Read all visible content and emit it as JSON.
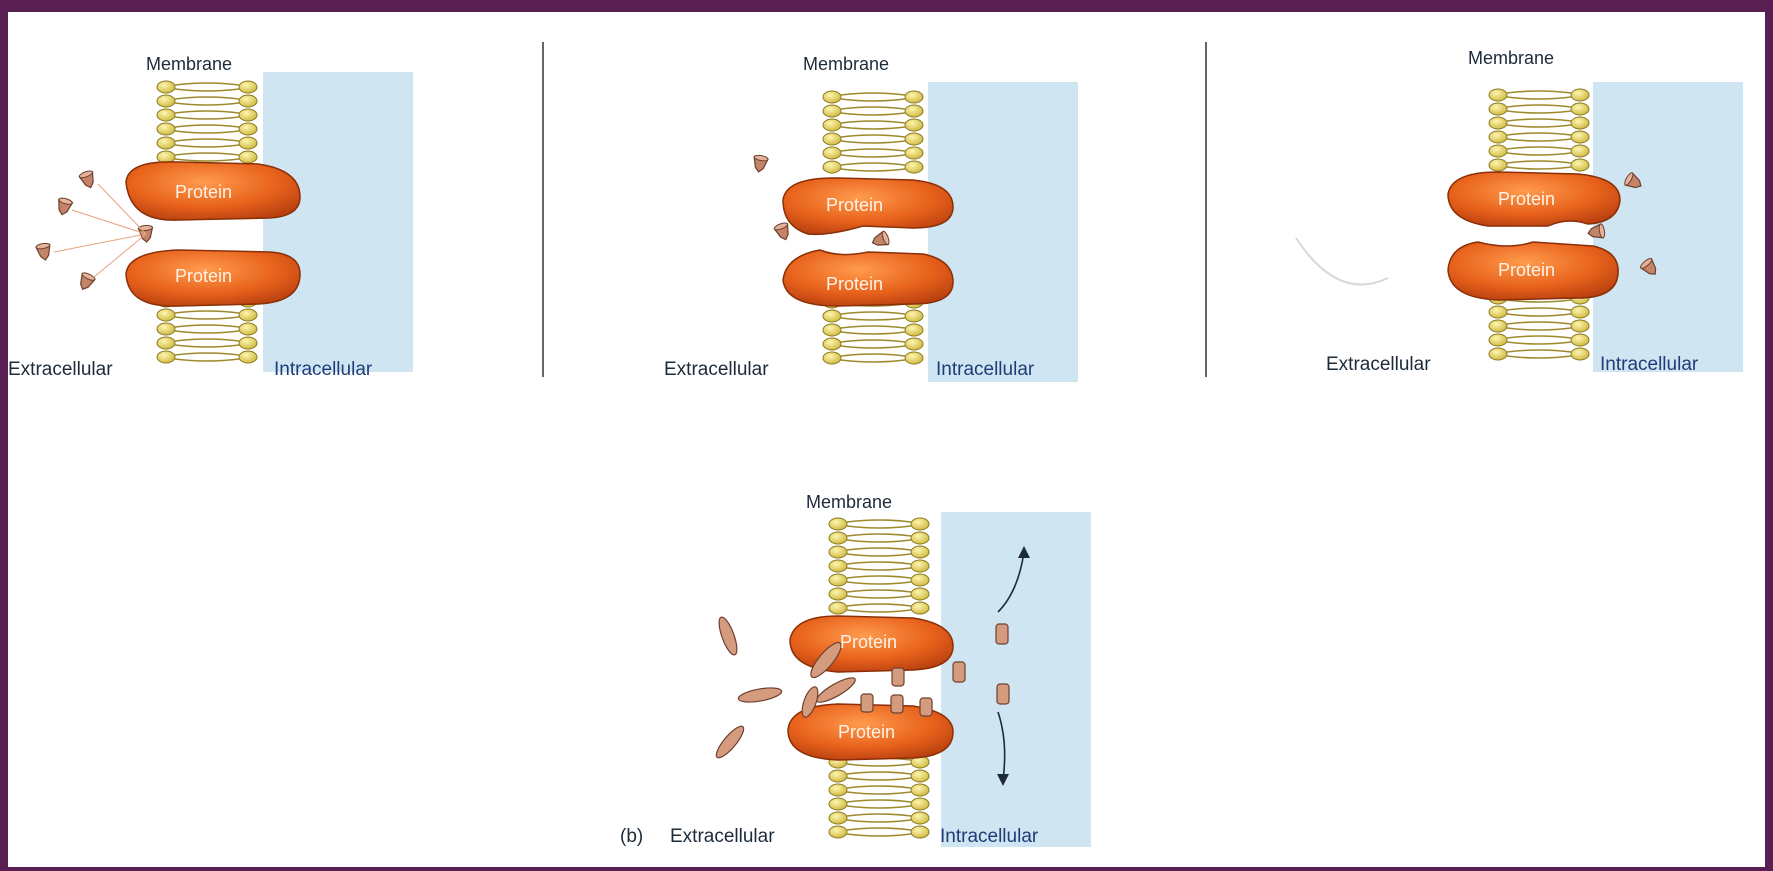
{
  "header": {
    "text": ""
  },
  "panels": [
    {
      "membrane": "Membrane",
      "protein_top": "Protein",
      "protein_bottom": "Protein",
      "extracellular": "Extracellular",
      "intracellular": "Intracellular"
    },
    {
      "membrane": "Membrane",
      "protein_top": "Protein",
      "protein_bottom": "Protein",
      "extracellular": "Extracellular",
      "intracellular": "Intracellular"
    },
    {
      "membrane": "Membrane",
      "protein_top": "Protein",
      "protein_bottom": "Protein",
      "extracellular": "Extracellular",
      "intracellular": "Intracellular"
    },
    {
      "membrane": "Membrane",
      "protein_top": "Protein",
      "protein_bottom": "Protein",
      "extracellular": "Extracellular",
      "intracellular": "Intracellular",
      "tag": "(b)"
    }
  ],
  "colors": {
    "frame": "#5a1f52",
    "intracellular_bg": "#cfe6f2",
    "lipid_head": "#e9d86a",
    "protein": "#e85a18",
    "molecule": "#c98a6e"
  }
}
